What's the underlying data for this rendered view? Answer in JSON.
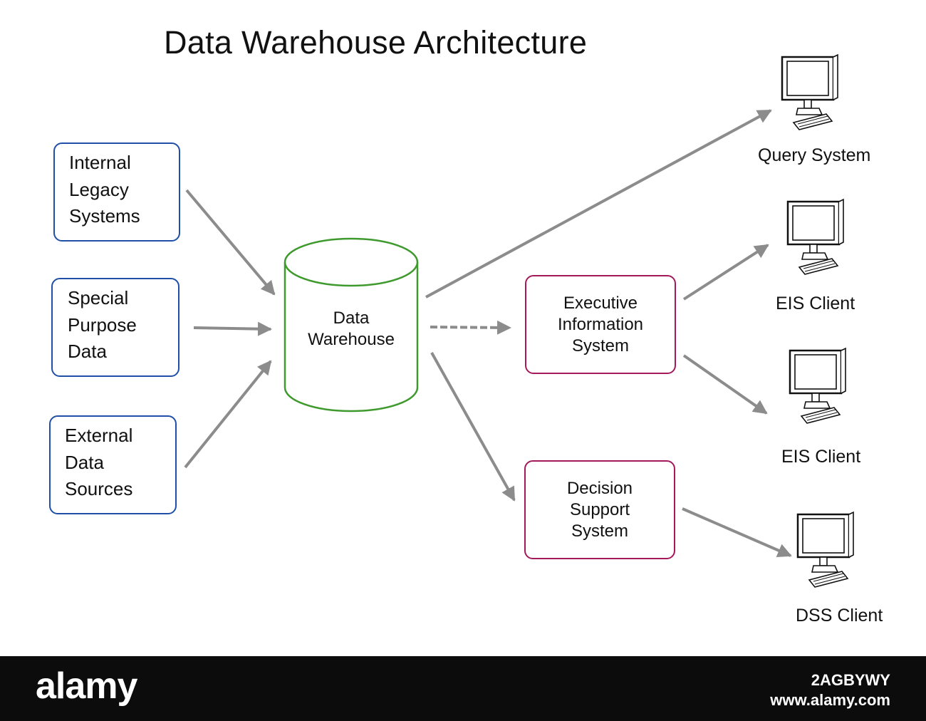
{
  "title": "Data Warehouse Architecture",
  "colors": {
    "source_border": "#1f4fa6",
    "warehouse_border": "#3f9a2e",
    "system_border": "#a3195b",
    "arrow": "#8c8c8c"
  },
  "sources": [
    {
      "lines": [
        "Internal",
        "Legacy",
        "Systems"
      ]
    },
    {
      "lines": [
        "Special",
        "Purpose",
        "Data"
      ]
    },
    {
      "lines": [
        "External",
        "Data",
        "Sources"
      ]
    }
  ],
  "warehouse": {
    "lines": [
      "Data",
      "Warehouse"
    ]
  },
  "systems": [
    {
      "lines": [
        "Executive",
        "Information",
        "System"
      ]
    },
    {
      "lines": [
        "Decision",
        "Support",
        "System"
      ]
    }
  ],
  "clients": [
    {
      "label": "Query System",
      "icon": "computer-icon"
    },
    {
      "label": "EIS Client",
      "icon": "computer-icon"
    },
    {
      "label": "EIS Client",
      "icon": "computer-icon"
    },
    {
      "label": "DSS Client",
      "icon": "computer-icon"
    }
  ],
  "footer": {
    "logo": "alamy",
    "image_id": "2AGBYWY",
    "site": "www.alamy.com"
  }
}
